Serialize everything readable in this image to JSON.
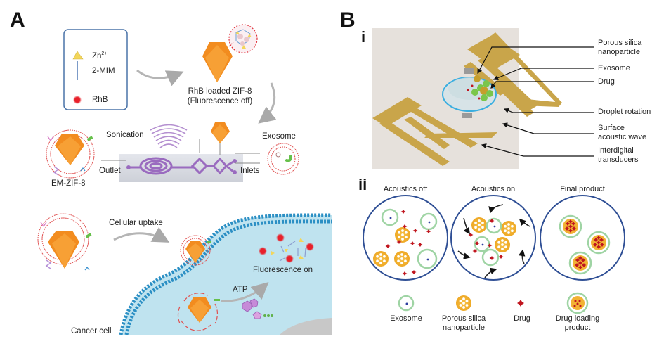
{
  "panel_a": {
    "letter": "A",
    "legend": {
      "items": [
        {
          "icon": "triangle-icon",
          "label": "Zn",
          "sup": "2+"
        },
        {
          "icon": "rod-icon",
          "label": "2-MIM"
        },
        {
          "icon": "red-dot-icon",
          "label": "RhB"
        }
      ]
    },
    "labels": {
      "rhb_loaded_line1": "RhB loaded ZIF-8",
      "rhb_loaded_line2": "(Fluorescence off)",
      "sonication": "Sonication",
      "exosome": "Exosome",
      "outlet": "Outlet",
      "inlets": "Inlets",
      "em_zif8": "EM-ZIF-8",
      "cellular_uptake": "Cellular uptake",
      "fluorescence_on": "Fluorescence on",
      "atp": "ATP",
      "cancer_cell": "Cancer cell"
    }
  },
  "panel_b": {
    "letter": "B",
    "sub_i": "i",
    "sub_ii": "ii",
    "device_labels": [
      {
        "line1": "Porous silica",
        "line2": "nanoparticle"
      },
      {
        "line1": "Exosome"
      },
      {
        "line1": "Drug"
      },
      {
        "line1": "Droplet rotation"
      },
      {
        "line1": "Surface",
        "line2": "acoustic wave"
      },
      {
        "line1": "Interdigital",
        "line2": "transducers"
      }
    ],
    "stage_titles": [
      "Acoustics off",
      "Acoustics on",
      "Final product"
    ],
    "legend": [
      {
        "icon": "exosome-icon",
        "line1": "Exosome"
      },
      {
        "icon": "silica-nanoparticle-icon",
        "line1": "Porous silica",
        "line2": "nanoparticle"
      },
      {
        "icon": "drug-icon",
        "line1": "Drug"
      },
      {
        "icon": "drug-loading-product-icon",
        "line1": "Drug loading",
        "line2": "product"
      }
    ]
  },
  "colors": {
    "zif_orange": "#f08a1e",
    "zif_dark": "#e06d10",
    "rhb_red": "#e8202a",
    "membrane_red": "#e05050",
    "cell_blue": "#bfe3ef",
    "lipid_blue": "#2b8fc4",
    "chip_purple": "#9a6bbf",
    "gold": "#c9a54a",
    "well_blue": "#2f4f95",
    "exosome_green": "#9fd4a4",
    "silica_orange": "#f2b233",
    "drug_red": "#c0151e"
  }
}
